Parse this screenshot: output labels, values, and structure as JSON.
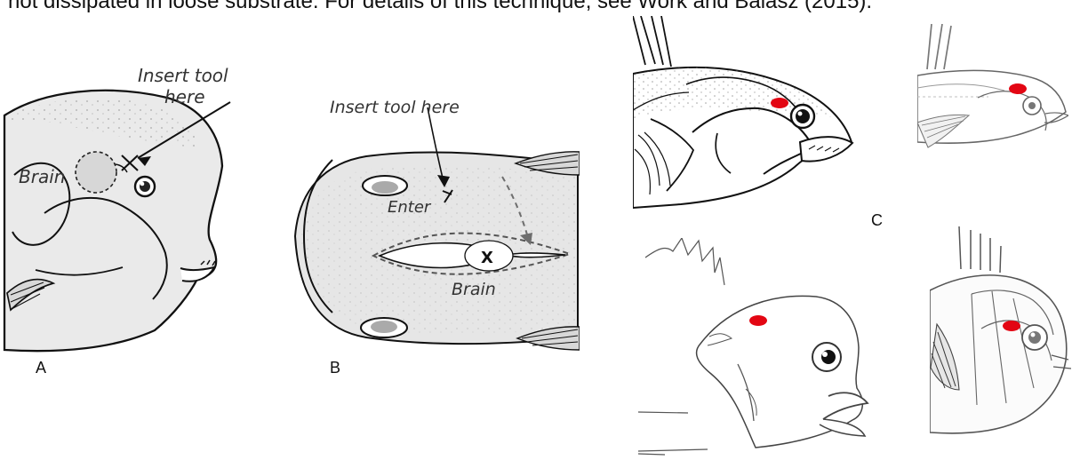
{
  "document": {
    "top_line_fragment": "not dissipated in loose substrate.  For details of this technique, see Work and Balasz (2015)."
  },
  "figure": {
    "panel_a": {
      "letter": "A",
      "brain_label": "Brain",
      "insert_label_line1": "Insert tool",
      "insert_label_line2": "here"
    },
    "panel_b": {
      "letter": "B",
      "insert_label": "Insert tool here",
      "enter_label": "Enter",
      "target_mark": "X",
      "brain_label": "Brain"
    },
    "panel_c": {
      "letter": "C",
      "marker_color": "#e30613"
    }
  }
}
